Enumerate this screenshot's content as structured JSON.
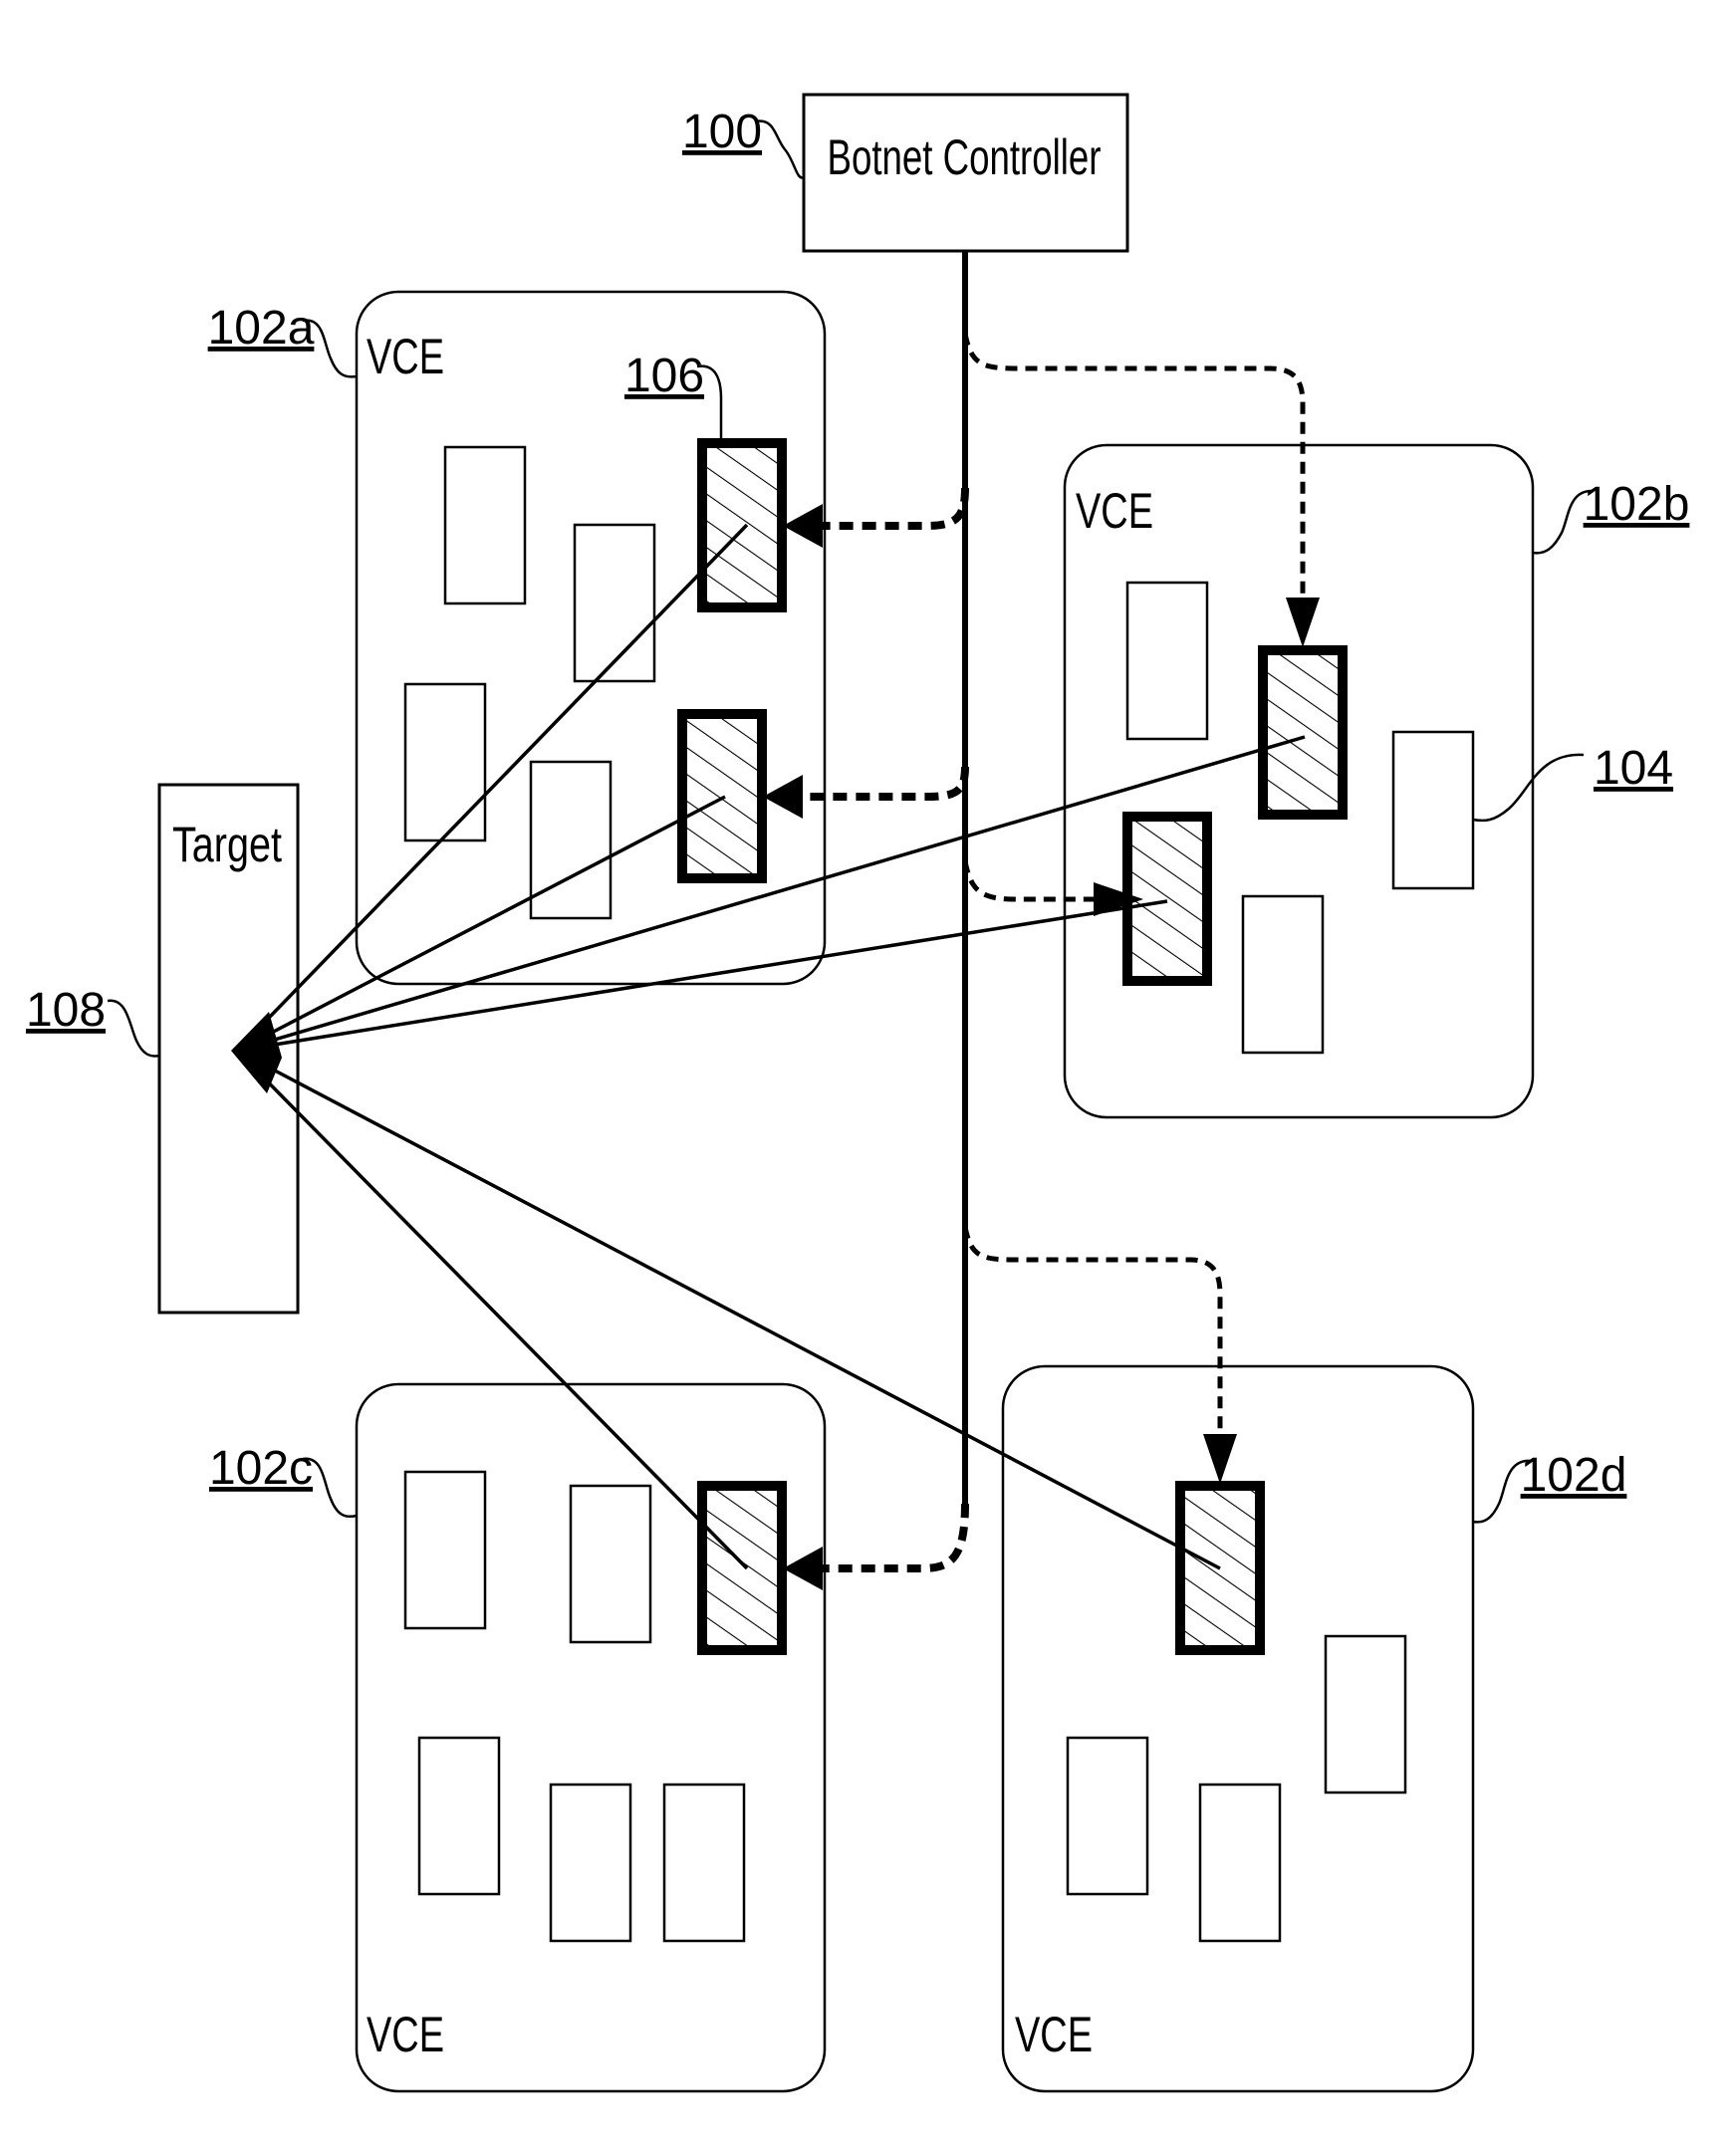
{
  "labels": {
    "controller": "Botnet Controller",
    "target": "Target",
    "vce_a": "VCE",
    "vce_b": "VCE",
    "vce_c": "VCE",
    "vce_d": "VCE"
  },
  "refs": {
    "controller": "100",
    "vce_a": "102a",
    "vce_b": "102b",
    "vce_c": "102c",
    "vce_d": "102d",
    "vm": "104",
    "bot": "106",
    "target": "108"
  }
}
